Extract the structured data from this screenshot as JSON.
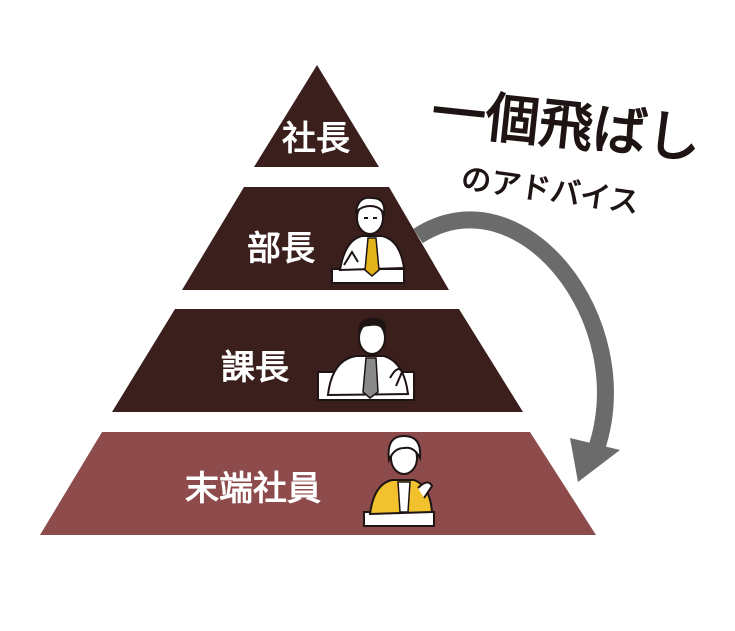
{
  "title": {
    "main": "一個飛ばし",
    "sub": "のアドバイス"
  },
  "tiers": [
    {
      "label": "社長"
    },
    {
      "label": "部長"
    },
    {
      "label": "課長"
    },
    {
      "label": "末端社員"
    }
  ],
  "colors": {
    "dark_tier": "#3a1f1d",
    "bottom_tier": "#8d4b4c",
    "arrow": "#6b6b6b",
    "tie_gold": "#e3b41a",
    "jacket_yellow": "#f2c12e",
    "line": "#1d1413"
  },
  "icons": {
    "director": "director-person-icon",
    "manager": "manager-person-icon",
    "employee": "employee-person-icon",
    "arrow": "curved-arrow-icon"
  }
}
